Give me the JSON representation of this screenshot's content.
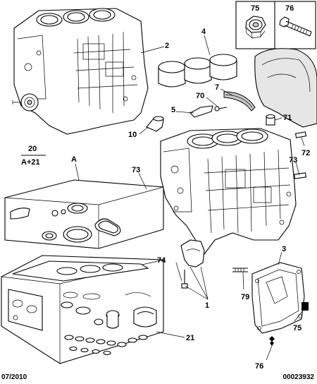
{
  "labels": {
    "l1": "1",
    "l2": "2",
    "l3": "3",
    "l4": "4",
    "l5": "5",
    "l7": "7",
    "l10": "10",
    "l20": "20",
    "lA21": "A+21",
    "lA": "A",
    "l21": "21",
    "l70": "70",
    "l71": "71",
    "l72": "72",
    "l73a": "73",
    "l73b": "73",
    "l74": "74",
    "l75a": "75",
    "l75b": "75",
    "l76a": "76",
    "l76b": "76",
    "l79": "79"
  },
  "footer": {
    "date": "07/2010",
    "ref": "00023932"
  }
}
